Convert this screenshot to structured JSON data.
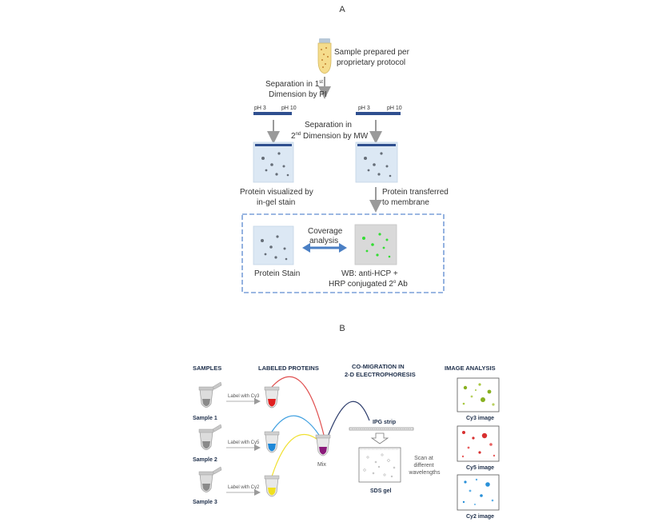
{
  "panel_a": {
    "label": "A",
    "sample_text": [
      "Sample prepared per",
      "proprietary protocol"
    ],
    "sep1_text": [
      "Separation in 1",
      "st",
      "Dimension by PI"
    ],
    "ph_left_low": "pH 3",
    "ph_left_high": "pH 10",
    "ph_right_low": "pH 3",
    "ph_right_high": "pH 10",
    "sep2_text": [
      "Separation in",
      "2",
      "nd",
      " Dimension by MW"
    ],
    "visualized_text": [
      "Protein visualized by",
      "in-gel stain"
    ],
    "transferred_text": [
      "Protein transferred",
      "to membrane"
    ],
    "coverage_text": [
      "Coverage",
      "analysis"
    ],
    "protein_stain": "Protein Stain",
    "wb_text": [
      "WB: anti-HCP +",
      "HRP conjugated 2",
      "o",
      " Ab"
    ],
    "colors": {
      "gel": "#dce8f4",
      "strip": "#2f4f8f",
      "dot": "#666e78",
      "green": "#33dd33",
      "membrane": "#d9d9d9",
      "dash": "#7a9fd8",
      "arrow": "#4a7fc4"
    }
  },
  "panel_b": {
    "label": "B",
    "headers": {
      "samples": "SAMPLES",
      "labeled": "LABELED PROTEINS",
      "comig1": "CO-MIGRATION IN",
      "comig2": "2-D ELECTROPHORESIS",
      "image": "IMAGE ANALYSIS"
    },
    "samples": [
      {
        "name": "Sample 1",
        "label": "Label with Cy3",
        "color": "#e02020"
      },
      {
        "name": "Sample 2",
        "label": "Label with Cy5",
        "color": "#1e88d8"
      },
      {
        "name": "Sample 3",
        "label": "Label with Cy2",
        "color": "#f0e020"
      }
    ],
    "mix": "Mix",
    "ipg": "IPG strip",
    "sds": "SDS gel",
    "scan": [
      "Scan at",
      "different",
      "wavelengths"
    ],
    "images": [
      {
        "name": "Cy3 image",
        "color": "#88b020"
      },
      {
        "name": "Cy5 image",
        "color": "#d83030"
      },
      {
        "name": "Cy2 image",
        "color": "#2a90d8"
      }
    ],
    "curve_colors": {
      "red": "#e05050",
      "blue": "#40a0e0",
      "yellow": "#f0e030",
      "navy": "#2a3a6a",
      "mix": "#8a1a7a"
    }
  }
}
